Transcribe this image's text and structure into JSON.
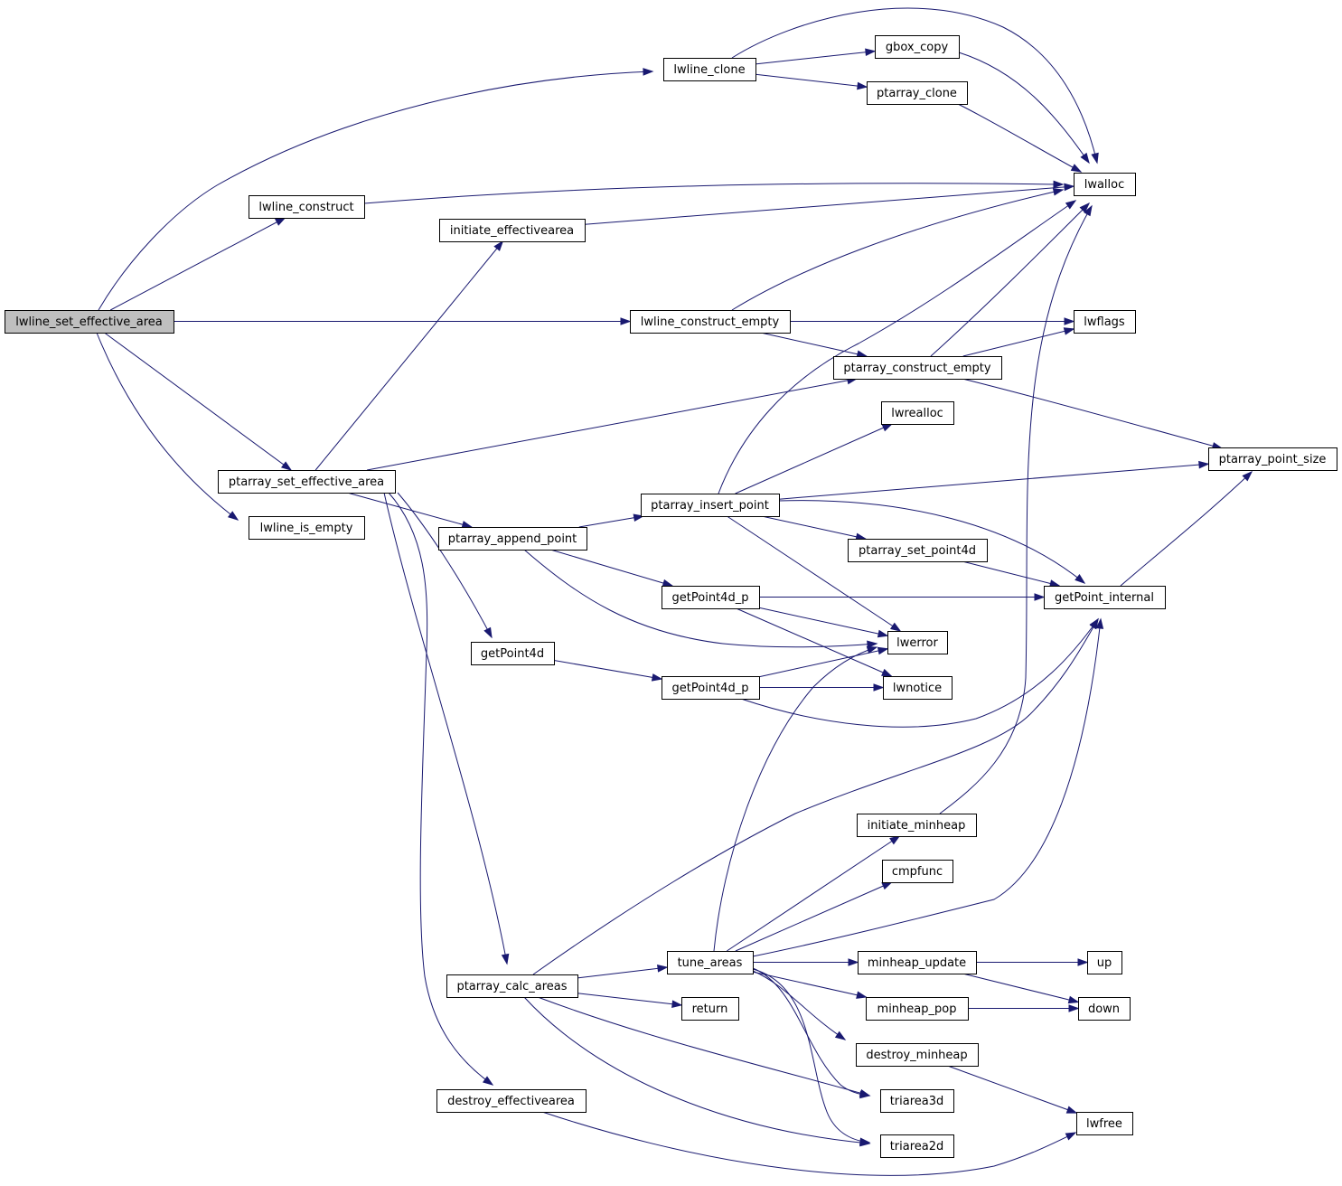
{
  "nodes": [
    {
      "id": "n0",
      "label": "lwline_set_effective_area",
      "root": true
    },
    {
      "id": "n1",
      "label": "lwline_clone"
    },
    {
      "id": "n2",
      "label": "gbox_copy"
    },
    {
      "id": "n3",
      "label": "ptarray_clone"
    },
    {
      "id": "n4",
      "label": "lwalloc"
    },
    {
      "id": "n5",
      "label": "lwline_construct"
    },
    {
      "id": "n6",
      "label": "initiate_effectivearea"
    },
    {
      "id": "n7",
      "label": "lwline_construct_empty"
    },
    {
      "id": "n8",
      "label": "lwflags"
    },
    {
      "id": "n9",
      "label": "ptarray_construct_empty"
    },
    {
      "id": "n10",
      "label": "lwrealloc"
    },
    {
      "id": "n11",
      "label": "ptarray_point_size"
    },
    {
      "id": "n12",
      "label": "ptarray_set_effective_area"
    },
    {
      "id": "n13",
      "label": "ptarray_insert_point"
    },
    {
      "id": "n14",
      "label": "lwline_is_empty"
    },
    {
      "id": "n15",
      "label": "ptarray_append_point"
    },
    {
      "id": "n16",
      "label": "ptarray_set_point4d"
    },
    {
      "id": "n17",
      "label": "getPoint4d_p"
    },
    {
      "id": "n18",
      "label": "getPoint_internal"
    },
    {
      "id": "n19",
      "label": "lwerror"
    },
    {
      "id": "n20",
      "label": "getPoint4d"
    },
    {
      "id": "n21",
      "label": "getPoint4d_p"
    },
    {
      "id": "n22",
      "label": "lwnotice"
    },
    {
      "id": "n23",
      "label": "initiate_minheap"
    },
    {
      "id": "n24",
      "label": "cmpfunc"
    },
    {
      "id": "n25",
      "label": "tune_areas"
    },
    {
      "id": "n26",
      "label": "minheap_update"
    },
    {
      "id": "n27",
      "label": "up"
    },
    {
      "id": "n28",
      "label": "ptarray_calc_areas"
    },
    {
      "id": "n29",
      "label": "return"
    },
    {
      "id": "n30",
      "label": "minheap_pop"
    },
    {
      "id": "n31",
      "label": "down"
    },
    {
      "id": "n32",
      "label": "destroy_minheap"
    },
    {
      "id": "n33",
      "label": "destroy_effectivearea"
    },
    {
      "id": "n34",
      "label": "triarea3d"
    },
    {
      "id": "n35",
      "label": "lwfree"
    },
    {
      "id": "n36",
      "label": "triarea2d"
    }
  ],
  "edges": [
    [
      "n0",
      "n1"
    ],
    [
      "n0",
      "n5"
    ],
    [
      "n0",
      "n7"
    ],
    [
      "n0",
      "n12"
    ],
    [
      "n0",
      "n14"
    ],
    [
      "n1",
      "n2"
    ],
    [
      "n1",
      "n3"
    ],
    [
      "n1",
      "n4"
    ],
    [
      "n2",
      "n4"
    ],
    [
      "n3",
      "n4"
    ],
    [
      "n5",
      "n4"
    ],
    [
      "n6",
      "n4"
    ],
    [
      "n7",
      "n4"
    ],
    [
      "n7",
      "n8"
    ],
    [
      "n7",
      "n9"
    ],
    [
      "n9",
      "n4"
    ],
    [
      "n9",
      "n8"
    ],
    [
      "n9",
      "n11"
    ],
    [
      "n12",
      "n6"
    ],
    [
      "n12",
      "n9"
    ],
    [
      "n12",
      "n15"
    ],
    [
      "n12",
      "n20"
    ],
    [
      "n12",
      "n28"
    ],
    [
      "n12",
      "n33"
    ],
    [
      "n15",
      "n13"
    ],
    [
      "n15",
      "n17"
    ],
    [
      "n15",
      "n19"
    ],
    [
      "n13",
      "n4"
    ],
    [
      "n13",
      "n10"
    ],
    [
      "n13",
      "n11"
    ],
    [
      "n13",
      "n16"
    ],
    [
      "n13",
      "n18"
    ],
    [
      "n13",
      "n19"
    ],
    [
      "n16",
      "n18"
    ],
    [
      "n17",
      "n18"
    ],
    [
      "n17",
      "n19"
    ],
    [
      "n17",
      "n22"
    ],
    [
      "n20",
      "n21"
    ],
    [
      "n21",
      "n19"
    ],
    [
      "n21",
      "n22"
    ],
    [
      "n21",
      "n18"
    ],
    [
      "n18",
      "n11"
    ],
    [
      "n28",
      "n25"
    ],
    [
      "n28",
      "n29"
    ],
    [
      "n28",
      "n18"
    ],
    [
      "n28",
      "n34"
    ],
    [
      "n28",
      "n36"
    ],
    [
      "n25",
      "n19"
    ],
    [
      "n25",
      "n23"
    ],
    [
      "n25",
      "n24"
    ],
    [
      "n25",
      "n26"
    ],
    [
      "n25",
      "n30"
    ],
    [
      "n25",
      "n32"
    ],
    [
      "n25",
      "n34"
    ],
    [
      "n25",
      "n36"
    ],
    [
      "n25",
      "n18"
    ],
    [
      "n23",
      "n4"
    ],
    [
      "n26",
      "n27"
    ],
    [
      "n26",
      "n31"
    ],
    [
      "n30",
      "n31"
    ],
    [
      "n32",
      "n35"
    ],
    [
      "n33",
      "n35"
    ]
  ]
}
